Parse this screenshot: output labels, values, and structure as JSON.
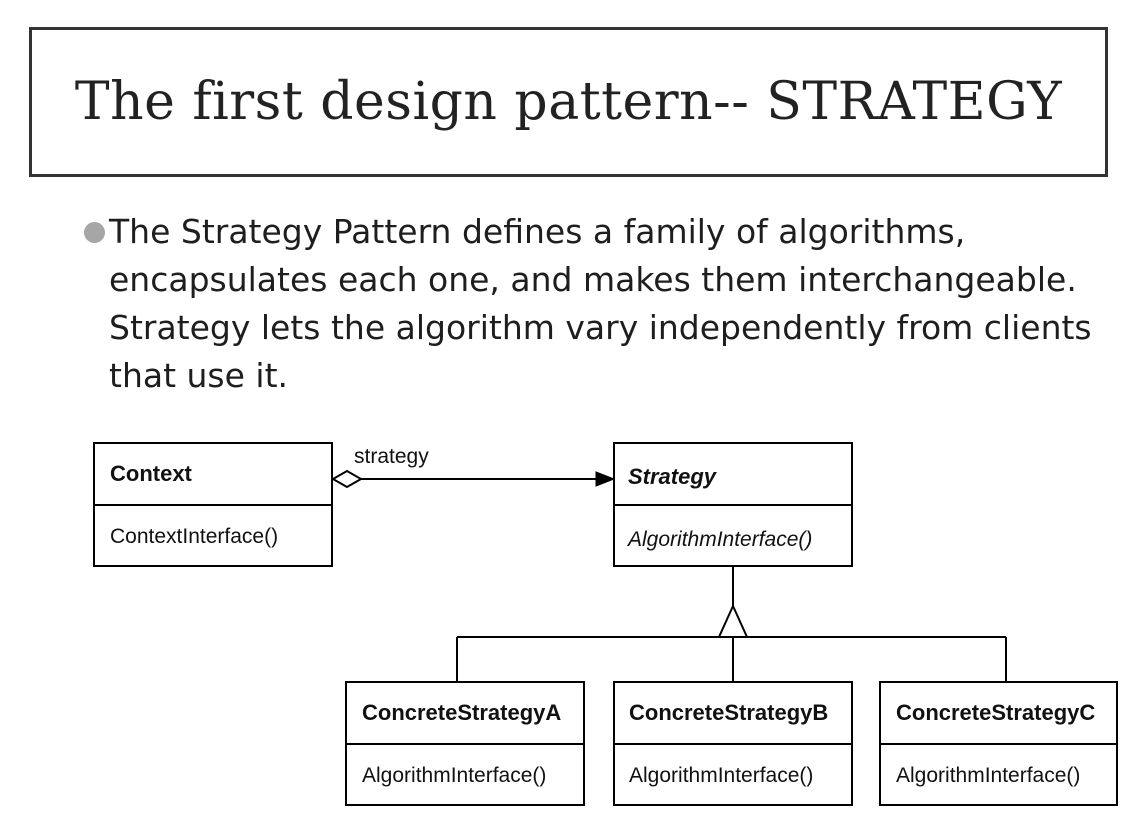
{
  "slide": {
    "title": "The first design pattern-- STRATEGY",
    "bullet": "The Strategy Pattern defines a family of algorithms, encapsulates each one, and makes them interchangeable. Strategy lets the algorithm vary independently from clients that use it."
  },
  "diagram": {
    "classes": {
      "context": {
        "name": "Context",
        "operation": "ContextInterface()"
      },
      "strategy": {
        "name": "Strategy",
        "operation": "AlgorithmInterface()",
        "abstract": true
      },
      "concrete_a": {
        "name": "ConcreteStrategyA",
        "operation": "AlgorithmInterface()"
      },
      "concrete_b": {
        "name": "ConcreteStrategyB",
        "operation": "AlgorithmInterface()"
      },
      "concrete_c": {
        "name": "ConcreteStrategyC",
        "operation": "AlgorithmInterface()"
      }
    },
    "association_label": "strategy"
  }
}
